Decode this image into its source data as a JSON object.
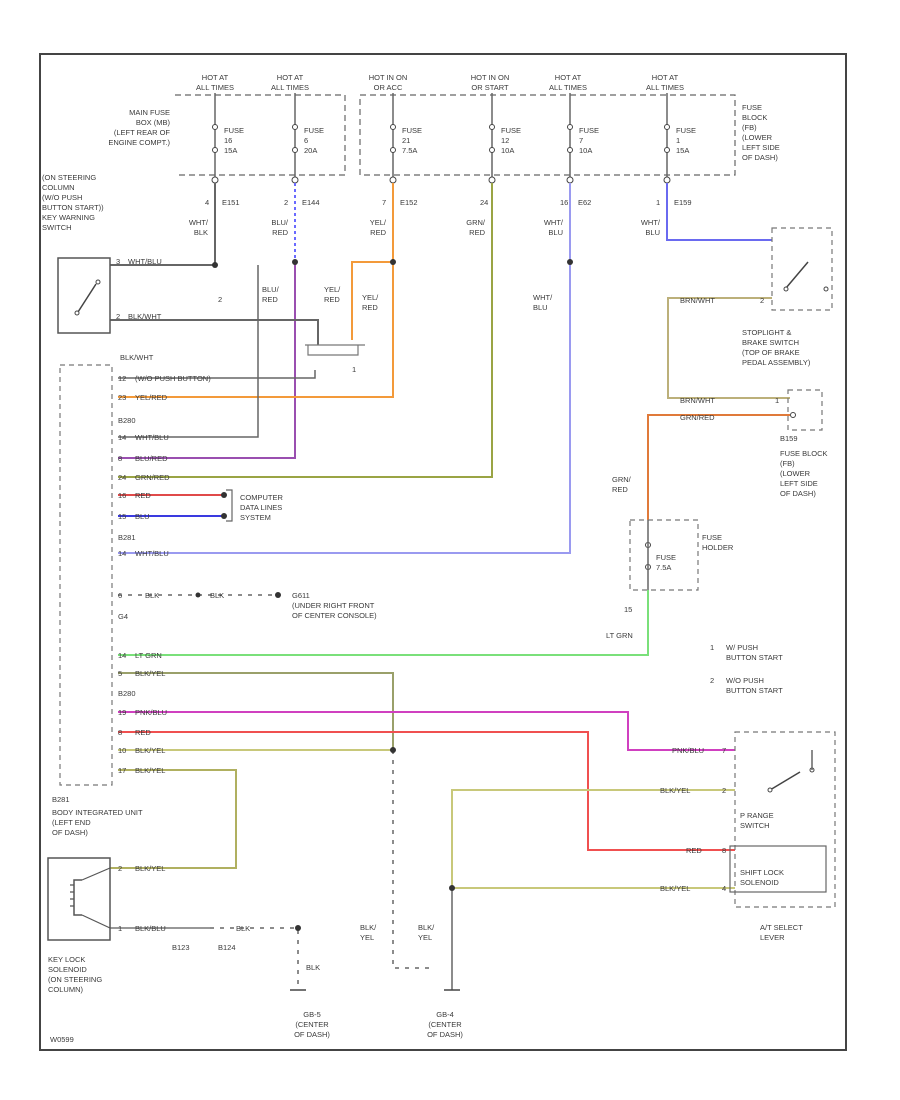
{
  "hot_labels": [
    {
      "l1": "HOT AT",
      "l2": "ALL TIMES"
    },
    {
      "l1": "HOT AT",
      "l2": "ALL TIMES"
    },
    {
      "l1": "HOT IN ON",
      "l2": "OR ACC"
    },
    {
      "l1": "HOT IN ON",
      "l2": "OR START"
    },
    {
      "l1": "HOT AT",
      "l2": "ALL TIMES"
    },
    {
      "l1": "HOT AT",
      "l2": "ALL TIMES"
    }
  ],
  "fuses": [
    {
      "name": "FUSE",
      "num": "16",
      "amp": "15A"
    },
    {
      "name": "FUSE",
      "num": "6",
      "amp": "20A"
    },
    {
      "name": "FUSE",
      "num": "21",
      "amp": "7.5A"
    },
    {
      "name": "FUSE",
      "num": "12",
      "amp": "10A"
    },
    {
      "name": "FUSE",
      "num": "7",
      "amp": "10A"
    },
    {
      "name": "FUSE",
      "num": "1",
      "amp": "15A"
    }
  ],
  "conn_labels": [
    "4",
    "E151",
    "2",
    "E144",
    "7",
    "E152",
    "24",
    "16",
    "E62",
    "1",
    "E159"
  ],
  "main_fuse_box": [
    "MAIN FUSE",
    "BOX (MB)",
    "(LEFT REAR OF",
    "ENGINE COMPT.)"
  ],
  "fuse_block_top": [
    "FUSE",
    "BLOCK",
    "(FB)",
    "(LOWER",
    "LEFT SIDE",
    "OF DASH)"
  ],
  "wire_colors_top": [
    [
      "WHT/",
      "BLK"
    ],
    [
      "BLU/",
      "RED"
    ],
    [
      "YEL/",
      "RED"
    ],
    [
      "GRN/",
      "RED"
    ],
    [
      "WHT/",
      "BLU"
    ],
    [
      "WHT/",
      "BLU"
    ]
  ],
  "steering_switch": [
    "(ON STEERING",
    "COLUMN",
    "(W/O PUSH",
    "BUTTON START))",
    "KEY WARNING",
    "SWITCH"
  ],
  "sw_pins": [
    "3",
    "WHT/BLU",
    "2",
    "BLK/WHT",
    "2",
    "1"
  ],
  "jumper_labels": [
    [
      "BLU/",
      "RED"
    ],
    [
      "YEL/",
      "RED"
    ],
    [
      "YEL/",
      "RED"
    ],
    [
      "WHT/",
      "BLU"
    ]
  ],
  "bcm_pins": [
    {
      "pin": "12",
      "wire": "BLK/WHT",
      "extra": "(W/O PUSH BUTTON)"
    },
    {
      "pin": "23",
      "wire": "YEL/RED"
    },
    {
      "pin": "14",
      "wire": "WHT/BLU"
    },
    {
      "pin": "8",
      "wire": "BLU/RED"
    },
    {
      "pin": "24",
      "wire": "GRN/RED"
    },
    {
      "pin": "16",
      "wire": "RED"
    },
    {
      "pin": "15",
      "wire": "BLU"
    },
    {
      "pin": "14",
      "wire": "WHT/BLU"
    },
    {
      "pin": "6",
      "wire": "BLK"
    },
    {
      "pin": "14",
      "wire": "LT GRN"
    },
    {
      "pin": "5",
      "wire": "BLK/YEL"
    },
    {
      "pin": "19",
      "wire": "PNK/BLU"
    },
    {
      "pin": "8",
      "wire": "RED"
    },
    {
      "pin": "10",
      "wire": "BLK/YEL"
    },
    {
      "pin": "17",
      "wire": "BLK/YEL"
    }
  ],
  "bcm_conns": [
    "B280",
    "B281",
    "B280",
    "B281"
  ],
  "bcm_ground_pin": "G4",
  "blk_wire": "BLK",
  "computer_lines": [
    "COMPUTER",
    "DATA LINES",
    "SYSTEM"
  ],
  "ground_g611": [
    "G611",
    "(UNDER RIGHT FRONT",
    "OF CENTER CONSOLE)"
  ],
  "bcm_label": [
    "BODY INTEGRATED UNIT",
    "(LEFT END",
    "OF DASH)"
  ],
  "stoplight": {
    "wire_top": "BRN/WHT",
    "pin_top": "2",
    "wire_bot": "BRN/WHT",
    "pin_bot": "1",
    "label": [
      "STOPLIGHT &",
      "BRAKE SWITCH",
      "(TOP OF BRAKE",
      "PEDAL ASSEMBLY)"
    ]
  },
  "fb_lower": {
    "wire": "GRN/RED",
    "conn": "B159",
    "label": [
      "FUSE BLOCK",
      "(FB)",
      "(LOWER",
      "LEFT SIDE",
      "OF DASH)"
    ]
  },
  "fuse_holder": {
    "name": "FUSE",
    "amp": "7.5A",
    "label": [
      "FUSE",
      "HOLDER"
    ],
    "wire_top": [
      "GRN/",
      "RED"
    ],
    "pin": "15",
    "wire_bot": "LT GRN"
  },
  "legend": [
    {
      "num": "1",
      "text": [
        "W/ PUSH",
        "BUTTON START"
      ]
    },
    {
      "num": "2",
      "text": [
        "W/O PUSH",
        "BUTTON START"
      ]
    }
  ],
  "at_lever": {
    "p_range": [
      "P RANGE",
      "SWITCH"
    ],
    "shift_lock": [
      "SHIFT LOCK",
      "SOLENOID"
    ],
    "label": [
      "A/T SELECT",
      "LEVER"
    ],
    "wires": [
      {
        "wire": "PNK/BLU",
        "pin": "7"
      },
      {
        "wire": "BLK/YEL",
        "pin": "2"
      },
      {
        "wire": "RED",
        "pin": "8"
      },
      {
        "wire": "BLK/YEL",
        "pin": "4"
      }
    ]
  },
  "key_solenoid": {
    "label": [
      "KEY LOCK",
      "SOLENOID",
      "(ON STEERING",
      "COLUMN)"
    ],
    "pin_top": "2",
    "wire_top": "BLK/YEL",
    "pin_bot": "1",
    "wire_bot": "BLK/BLU",
    "conns": [
      "B123",
      "B124"
    ],
    "wire_blk": "BLK"
  },
  "grounds": [
    {
      "name": "GB-5",
      "sub": [
        "(CENTER",
        "OF DASH)"
      ]
    },
    {
      "name": "GB-4",
      "sub": [
        "(CENTER",
        "OF DASH)"
      ]
    }
  ],
  "gnd_wires": [
    [
      "BLK/",
      "YEL"
    ],
    [
      "BLK/",
      "YEL"
    ]
  ],
  "footer_code": "W0599"
}
